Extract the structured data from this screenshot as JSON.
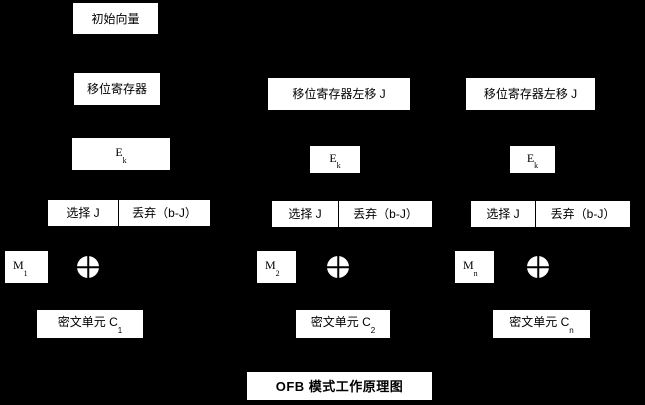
{
  "diagram": {
    "title": "OFB 模式工作原理图",
    "background_color": "#000000",
    "box_color": "#ffffff",
    "text_color": "#000000",
    "initial_vector": "初始向量",
    "stages": [
      {
        "id": "stage-1",
        "shift_register": "移位寄存器",
        "cipher_function": "E",
        "cipher_function_subscript": "k",
        "select": "选择 J",
        "discard": "丢弃（b-J）",
        "plaintext": "M",
        "plaintext_subscript": "1",
        "xor": "xor-operator",
        "ciphertext": "密文单元 C",
        "ciphertext_subscript": "1"
      },
      {
        "id": "stage-2",
        "shift_register": "移位寄存器左移 J",
        "cipher_function": "E",
        "cipher_function_subscript": "k",
        "select": "选择 J",
        "discard": "丢弃（b-J）",
        "plaintext": "M",
        "plaintext_subscript": "2",
        "xor": "xor-operator",
        "ciphertext": "密文单元 C",
        "ciphertext_subscript": "2"
      },
      {
        "id": "stage-n",
        "shift_register": "移位寄存器左移 J",
        "cipher_function": "E",
        "cipher_function_subscript": "k",
        "select": "选择 J",
        "discard": "丢弃（b-J）",
        "plaintext": "M",
        "plaintext_subscript": "n",
        "xor": "xor-operator",
        "ciphertext": "密文单元 C",
        "ciphertext_subscript": "n"
      }
    ]
  }
}
